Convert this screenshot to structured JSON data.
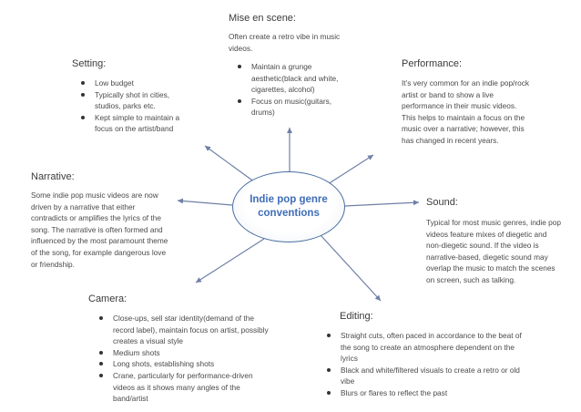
{
  "center": {
    "title": "Indie pop genre conventions"
  },
  "mise": {
    "heading": "Mise en scene:",
    "text": "Often create a retro vibe in music videos.",
    "bullets": [
      "Maintain a grunge aesthetic(black and white, cigarettes, alcohol)",
      "Focus on music(guitars, drums)"
    ]
  },
  "setting": {
    "heading": "Setting:",
    "bullets": [
      "Low budget",
      "Typically shot in cities, studios, parks etc.",
      "Kept simple to maintain a focus on the artist/band"
    ]
  },
  "performance": {
    "heading": "Performance:",
    "text": "It’s very common for an indie pop/rock artist or band to show a live performance in their music videos. This helps to maintain a focus on the music over a narrative; however, this has changed in recent years."
  },
  "narrative": {
    "heading": "Narrative:",
    "text": "Some indie pop music videos are now driven by a narrative that either contradicts or amplifies the lyrics of the song. The narrative is often formed and influenced by the most paramount theme of the song, for example dangerous love or friendship."
  },
  "sound": {
    "heading": "Sound:",
    "text": "Typical for most music genres, indie pop videos feature mixes of diegetic and non-diegetic sound. If the video is narrative-based, diegetic sound may overlap the music to match the scenes on screen, such as talking."
  },
  "camera": {
    "heading": "Camera:",
    "bullets": [
      "Close-ups, sell star identity(demand of the record label), maintain focus on artist, possibly creates a visual style",
      "Medium shots",
      "Long shots, establishing shots",
      "Crane, particularly for performance-driven videos as it shows many angles of the band/artist"
    ]
  },
  "editing": {
    "heading": "Editing:",
    "bullets": [
      "Straight cuts, often paced in accordance to the beat of the song to create an atmosphere dependent on the lyrics",
      "Black and white/filtered visuals to create a retro or old vibe",
      "Blurs or flares to reflect the past"
    ]
  },
  "colors": {
    "line": "#6f7fa6",
    "center_text": "#3f6db8",
    "oval_border": "#4a6fa0"
  }
}
